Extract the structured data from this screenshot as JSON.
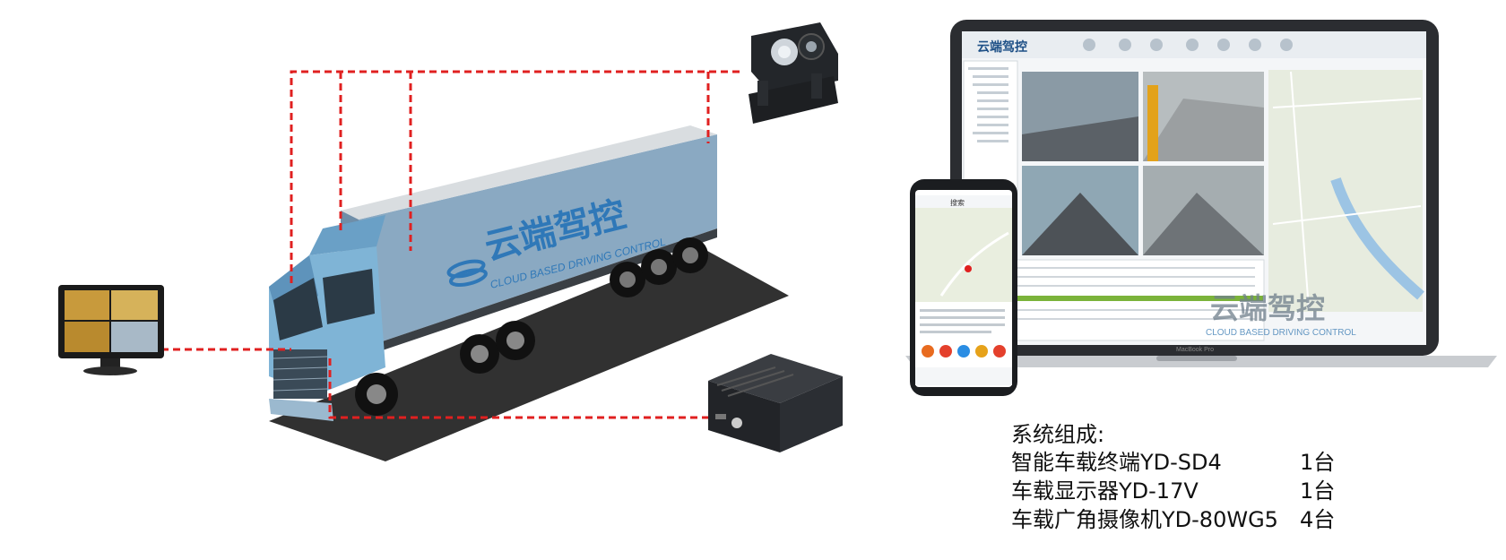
{
  "truck": {
    "brand_cn": "云端驾控",
    "brand_en": "CLOUD BASED DRIVING CONTROL"
  },
  "laptop": {
    "app_logo_text": "云端驾控",
    "watermark_cn": "云端驾控",
    "watermark_en": "CLOUD BASED DRIVING CONTROL",
    "macbook_label": "MacBook Pro"
  },
  "phone": {
    "status_time": "",
    "search_placeholder": "搜索"
  },
  "composition": {
    "heading": "系统组成:",
    "items": [
      {
        "name": "智能车载终端YD-SD4",
        "qty": "1台"
      },
      {
        "name": "车载显示器YD-17V",
        "qty": "1台"
      },
      {
        "name": "车载广角摄像机YD-80WG5",
        "qty": "4台"
      }
    ]
  },
  "colors": {
    "dashed_line": "#e02020",
    "truck_cab": "#7fb4d6",
    "trailer": "#8aa9c2",
    "device_dark": "#1f2227",
    "laptop_frame": "#2b2d31"
  }
}
